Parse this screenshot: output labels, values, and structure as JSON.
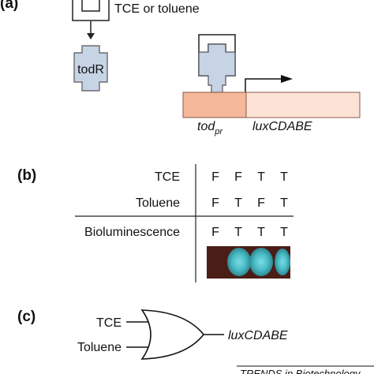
{
  "panels": {
    "a": "(a)",
    "b": "(b)",
    "c": "(c)"
  },
  "panel_a": {
    "inducer_label": "TCE or toluene",
    "protein_label": "todR",
    "promoter_label": "tod",
    "promoter_subscript": "pr",
    "reporter_label": "luxCDABE",
    "colors": {
      "protein": "#c7d4e6",
      "promoter": "#f4b79a",
      "reporter": "#fde3d6"
    }
  },
  "panel_b": {
    "row_labels": [
      "TCE",
      "Toluene",
      "Bioluminescence"
    ],
    "values": [
      [
        "F",
        "F",
        "T",
        "T"
      ],
      [
        "F",
        "T",
        "F",
        "T"
      ],
      [
        "F",
        "T",
        "T",
        "T"
      ]
    ],
    "wells": [
      {
        "glow": false
      },
      {
        "glow": true
      },
      {
        "glow": true
      },
      {
        "glow": true
      }
    ],
    "colors": {
      "well_bg": "#4a1e17",
      "glow": "#4fc8cf"
    }
  },
  "panel_c": {
    "inputs": [
      "TCE",
      "Toluene"
    ],
    "output": "luxCDABE",
    "gate": "OR"
  },
  "footer": {
    "source": "TRENDS in Biotechnology"
  }
}
